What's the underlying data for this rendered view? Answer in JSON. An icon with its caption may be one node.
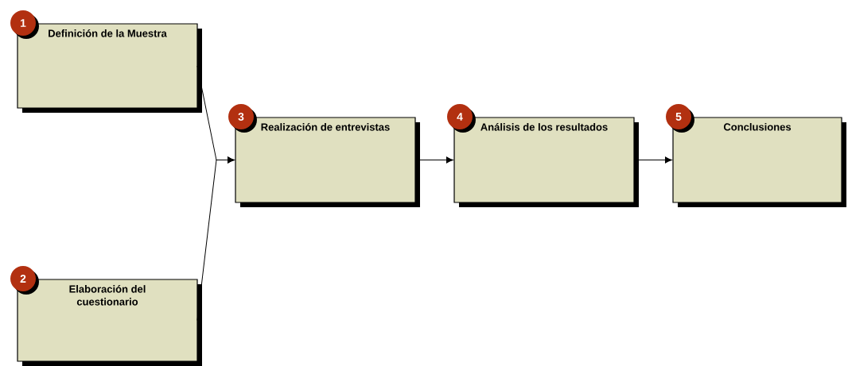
{
  "diagram": {
    "nodes": [
      {
        "text": [
          "1",
          "Definición de la Muestra"
        ]
      },
      {
        "text": [
          "2",
          "Elaboración del cuestionario"
        ]
      },
      {
        "text": [
          "3",
          "Realización de entrevistas"
        ]
      },
      {
        "text": [
          "4",
          "Análisis de los resultados"
        ]
      },
      {
        "text": [
          "5",
          "Conclusiones"
        ]
      }
    ],
    "edges": [
      {
        "from": 0,
        "to": 2,
        "arrow": "to"
      },
      {
        "from": 1,
        "to": 2,
        "arrow": "to"
      },
      {
        "from": 2,
        "to": 3,
        "arrow": "to"
      },
      {
        "from": 3,
        "to": 4,
        "arrow": "to"
      }
    ]
  }
}
